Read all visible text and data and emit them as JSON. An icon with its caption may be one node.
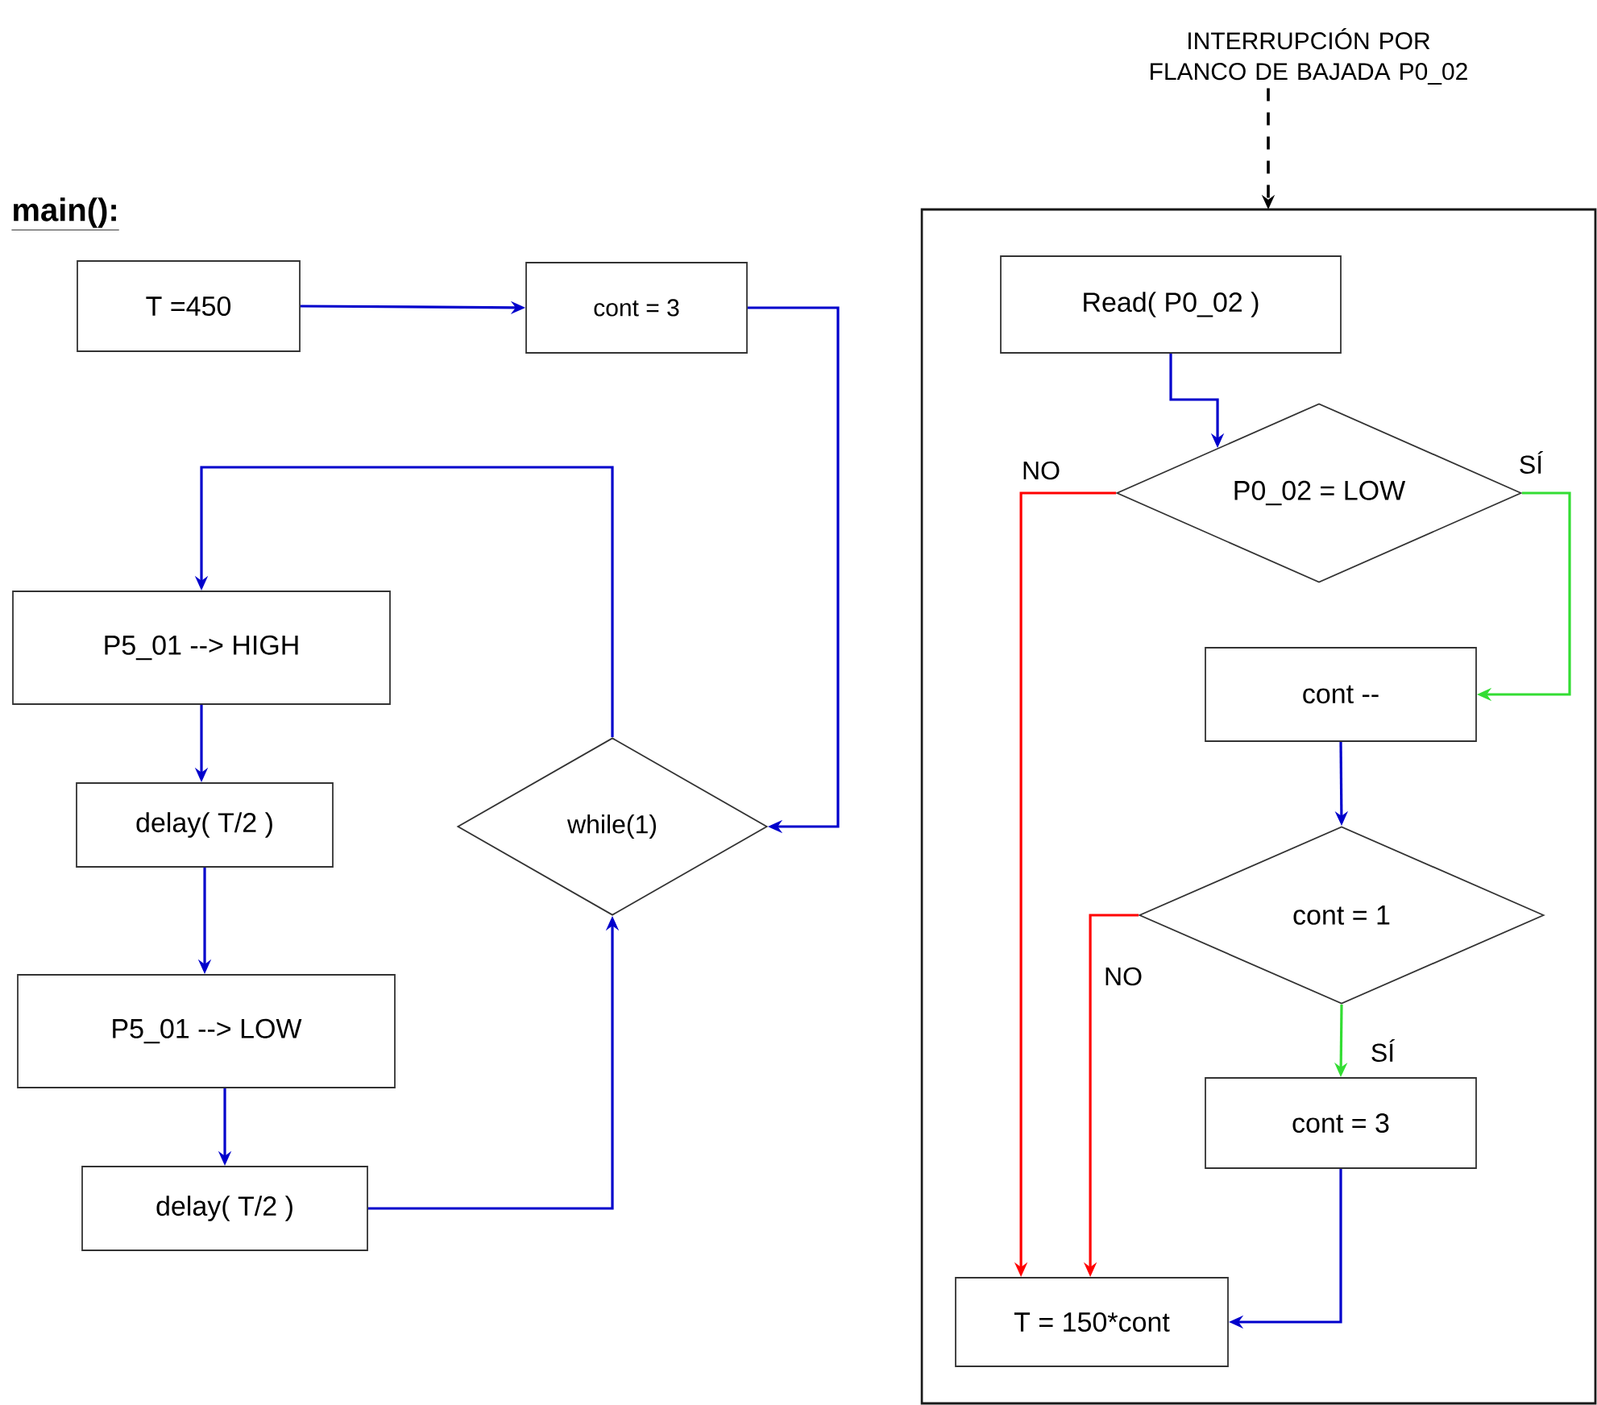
{
  "diagram": {
    "title": "main():",
    "nodes": [
      {
        "text": [
          "T =450"
        ]
      },
      {
        "text": [
          "cont = 3"
        ]
      },
      {
        "text": [
          "P5_01 --> HIGH"
        ]
      },
      {
        "text": [
          "delay( T/2 )"
        ]
      },
      {
        "text": [
          "P5_01 --> LOW"
        ]
      },
      {
        "text": [
          "delay( T/2 )"
        ]
      },
      {
        "text": [
          "while(1)"
        ]
      },
      {
        "text": [
          "INTERRUPCIÓN POR FLANCO DE BAJADA P0_02"
        ]
      },
      {
        "text": [],
        "shape": "box"
      },
      {
        "text": [
          "Read( P0_02 )"
        ],
        "in": 8
      },
      {
        "text": [
          "P0_02 = LOW"
        ],
        "in": 8
      },
      {
        "text": [
          "cont --"
        ],
        "in": 8
      },
      {
        "text": [
          "cont = 1"
        ],
        "in": 8
      },
      {
        "text": [
          "cont = 3"
        ],
        "in": 8
      },
      {
        "text": [
          "T = 150*cont"
        ],
        "in": 8
      }
    ],
    "edges": [
      {
        "from": 0,
        "to": 1,
        "arrow": "to"
      },
      {
        "from": 1,
        "to": 6,
        "arrow": "to"
      },
      {
        "from": 6,
        "to": 2,
        "arrow": "to"
      },
      {
        "from": 2,
        "to": 3,
        "arrow": "to"
      },
      {
        "from": 3,
        "to": 4,
        "arrow": "to"
      },
      {
        "from": 4,
        "to": 5,
        "arrow": "to"
      },
      {
        "from": 5,
        "to": 6,
        "arrow": "to"
      },
      {
        "from": 7,
        "to": 8,
        "arrow": "to",
        "style": "dashed",
        "color": "#000000"
      },
      {
        "from": 9,
        "to": 10,
        "arrow": "to"
      },
      {
        "from": 10,
        "to": 14,
        "arrow": "to",
        "label": "NO",
        "color": "#ff0000"
      },
      {
        "from": 10,
        "to": 11,
        "arrow": "to",
        "label": "SÍ",
        "color": "#33dd33"
      },
      {
        "from": 11,
        "to": 12,
        "arrow": "to"
      },
      {
        "from": 12,
        "to": 14,
        "arrow": "to",
        "label": "NO",
        "color": "#ff0000"
      },
      {
        "from": 12,
        "to": 13,
        "arrow": "to",
        "label": "SÍ",
        "color": "#33dd33"
      },
      {
        "from": 13,
        "to": 14,
        "arrow": "to"
      }
    ]
  }
}
